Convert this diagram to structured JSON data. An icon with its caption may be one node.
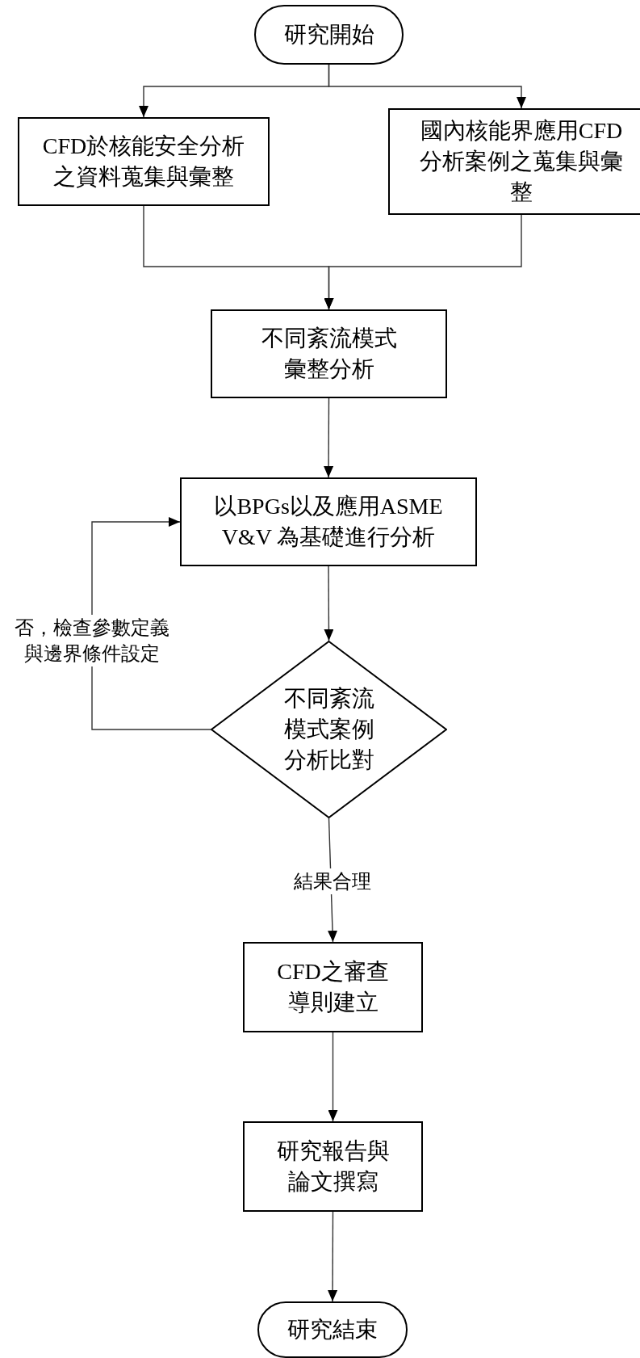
{
  "diagram": {
    "nodes": [
      {
        "text": [
          "研究開始"
        ]
      },
      {
        "text": [
          "CFD於核能安全分析之資料蒐集與彙整"
        ]
      },
      {
        "text": [
          "國內核能界應用CFD分析案例之蒐集與彙整"
        ]
      },
      {
        "text": [
          "不同紊流模式彙整分析"
        ]
      },
      {
        "text": [
          "以BPGs以及應用ASME V&V 為基礎進行分析"
        ]
      },
      {
        "text": [
          "不同紊流模式案例分析比對"
        ]
      },
      {
        "text": [
          "CFD之審查導則建立"
        ]
      },
      {
        "text": [
          "研究報告與論文撰寫"
        ]
      },
      {
        "text": [
          "研究結束"
        ]
      }
    ],
    "edges": [
      {
        "from": 0,
        "to": 1,
        "arrow": "to"
      },
      {
        "from": 0,
        "to": 2,
        "arrow": "to"
      },
      {
        "from": 1,
        "to": 3,
        "arrow": "to"
      },
      {
        "from": 2,
        "to": 3,
        "arrow": "to"
      },
      {
        "from": 3,
        "to": 4,
        "arrow": "to"
      },
      {
        "from": 4,
        "to": 5,
        "arrow": "to"
      },
      {
        "from": 5,
        "to": 4,
        "arrow": "to",
        "label": "否，檢查參數定義與邊界條件設定"
      },
      {
        "from": 5,
        "to": 6,
        "arrow": "to",
        "label": "結果合理"
      },
      {
        "from": 6,
        "to": 7,
        "arrow": "to"
      },
      {
        "from": 7,
        "to": 8,
        "arrow": "to"
      }
    ]
  }
}
